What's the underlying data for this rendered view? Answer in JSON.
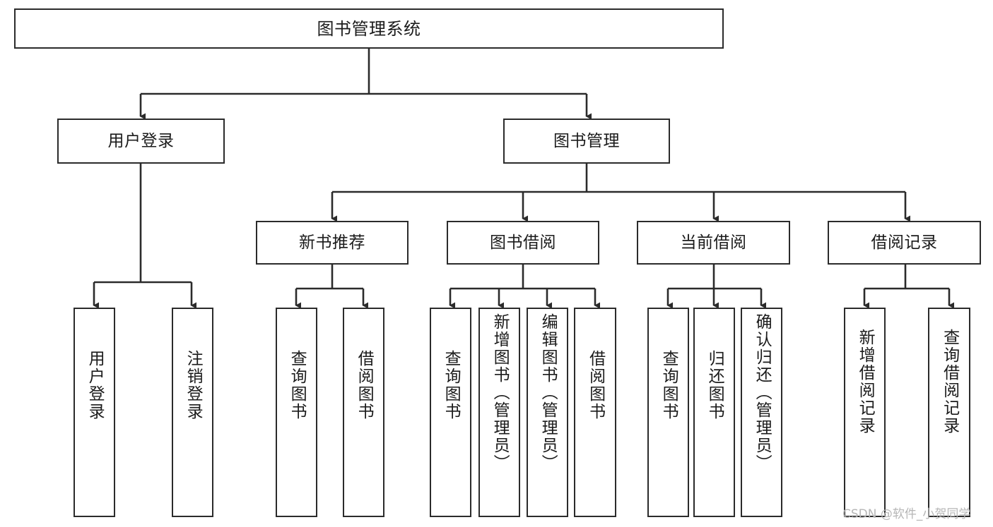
{
  "diagram": {
    "type": "tree-hierarchy",
    "title": "图书管理系统",
    "orientation": "top-down",
    "colors": {
      "box_border": "#2b2b2b",
      "box_fill": "#ffffff",
      "connector": "#2b2b2b",
      "text": "#1b1b1b",
      "watermark": "#b6b6b6"
    }
  },
  "root": {
    "label": "图书管理系统"
  },
  "level1": [
    {
      "label": "用户登录"
    },
    {
      "label": "图书管理"
    }
  ],
  "level2": [
    {
      "label": "新书推荐"
    },
    {
      "label": "图书借阅"
    },
    {
      "label": "当前借阅"
    },
    {
      "label": "借阅记录"
    }
  ],
  "leaves": {
    "user_login": [
      {
        "label": "用户登录"
      },
      {
        "label": "注销登录"
      }
    ],
    "new_book": [
      {
        "label": "查询图书"
      },
      {
        "label": "借阅图书"
      }
    ],
    "book_borrow": [
      {
        "label": "查询图书"
      },
      {
        "label": "新增图书（管理员）"
      },
      {
        "label": "编辑图书（管理员）"
      },
      {
        "label": "借阅图书"
      }
    ],
    "current_borrow": [
      {
        "label": "查询图书"
      },
      {
        "label": "归还图书"
      },
      {
        "label": "确认归还（管理员）"
      }
    ],
    "borrow_record": [
      {
        "label": "新增借阅记录"
      },
      {
        "label": "查询借阅记录"
      }
    ]
  },
  "watermark": {
    "text": "CSDN @软件_小贺同学"
  }
}
